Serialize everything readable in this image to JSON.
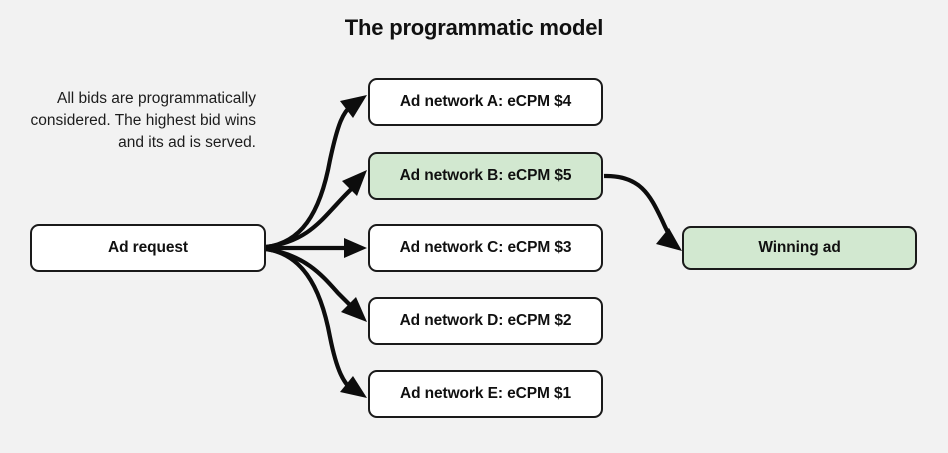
{
  "diagram": {
    "title": "The programmatic model",
    "background_color": "#f2f2f2",
    "caption": "All bids are programmatically considered. The highest bid wins and its ad is served.",
    "colors": {
      "highlight_fill": "#d2e8d0",
      "node_fill": "#ffffff",
      "border": "#1a1a1a",
      "text": "#101010"
    },
    "source_node": {
      "label": "Ad request",
      "highlighted": false
    },
    "network_nodes": [
      {
        "label": "Ad network A: eCPM $4",
        "highlighted": false,
        "network": "A",
        "ecpm": "$4"
      },
      {
        "label": "Ad network B: eCPM $5",
        "highlighted": true,
        "network": "B",
        "ecpm": "$5"
      },
      {
        "label": "Ad network C: eCPM $3",
        "highlighted": false,
        "network": "C",
        "ecpm": "$3"
      },
      {
        "label": "Ad network D: eCPM $2",
        "highlighted": false,
        "network": "D",
        "ecpm": "$2"
      },
      {
        "label": "Ad network E: eCPM $1",
        "highlighted": false,
        "network": "E",
        "ecpm": "$1"
      }
    ],
    "result_node": {
      "label": "Winning ad",
      "highlighted": true
    }
  }
}
